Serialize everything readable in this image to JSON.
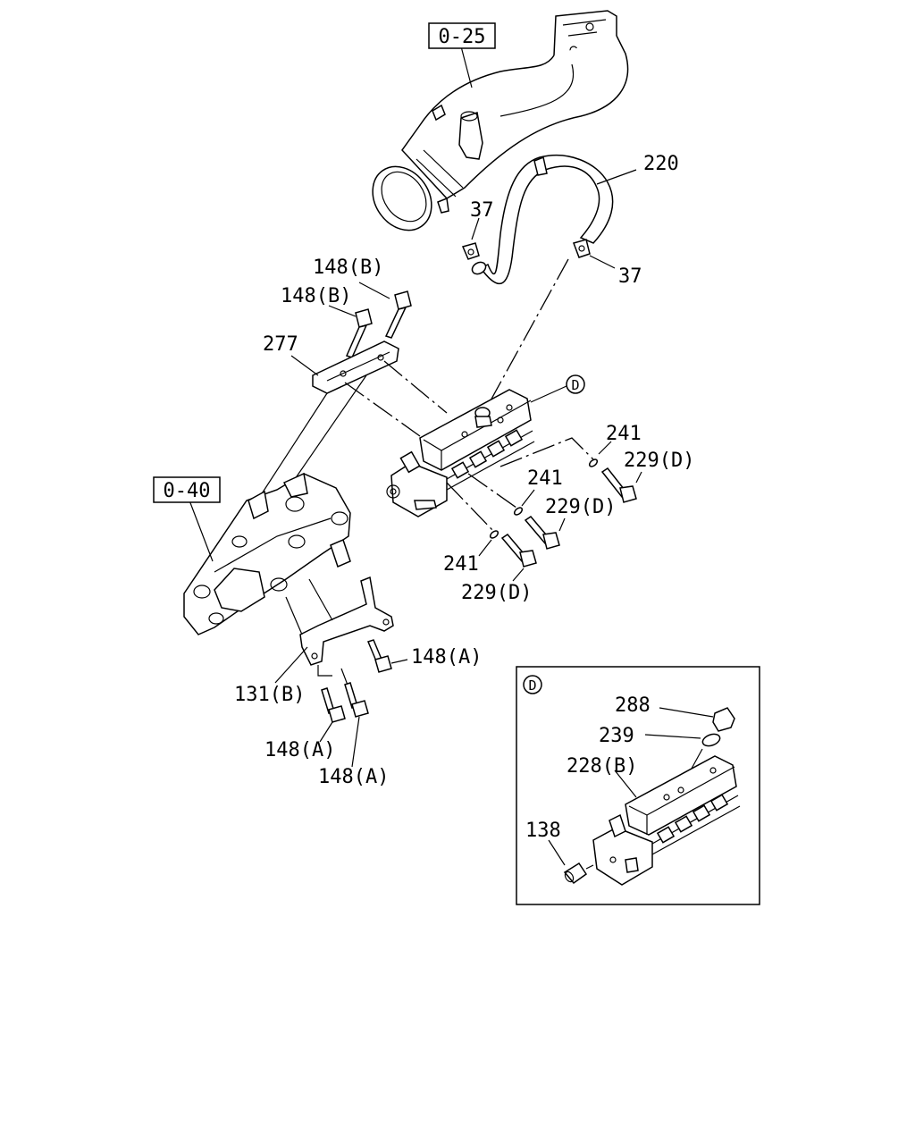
{
  "diagram": {
    "ref_boxes": {
      "upper": "0-25",
      "lower": "0-40"
    },
    "labels": {
      "l220": "220",
      "l37a": "37",
      "l37b": "37",
      "l148b_1": "148(B)",
      "l148b_2": "148(B)",
      "l277": "277",
      "l241_1": "241",
      "l241_2": "241",
      "l241_3": "241",
      "l229d_1": "229(D)",
      "l229d_2": "229(D)",
      "l229d_3": "229(D)",
      "l148a_1": "148(A)",
      "l148a_2": "148(A)",
      "l148a_3": "148(A)",
      "l131b": "131(B)"
    },
    "callout_marker": "D",
    "detail": {
      "marker": "D",
      "labels": {
        "l288": "288",
        "l239": "239",
        "l228b": "228(B)",
        "l138": "138"
      }
    }
  }
}
